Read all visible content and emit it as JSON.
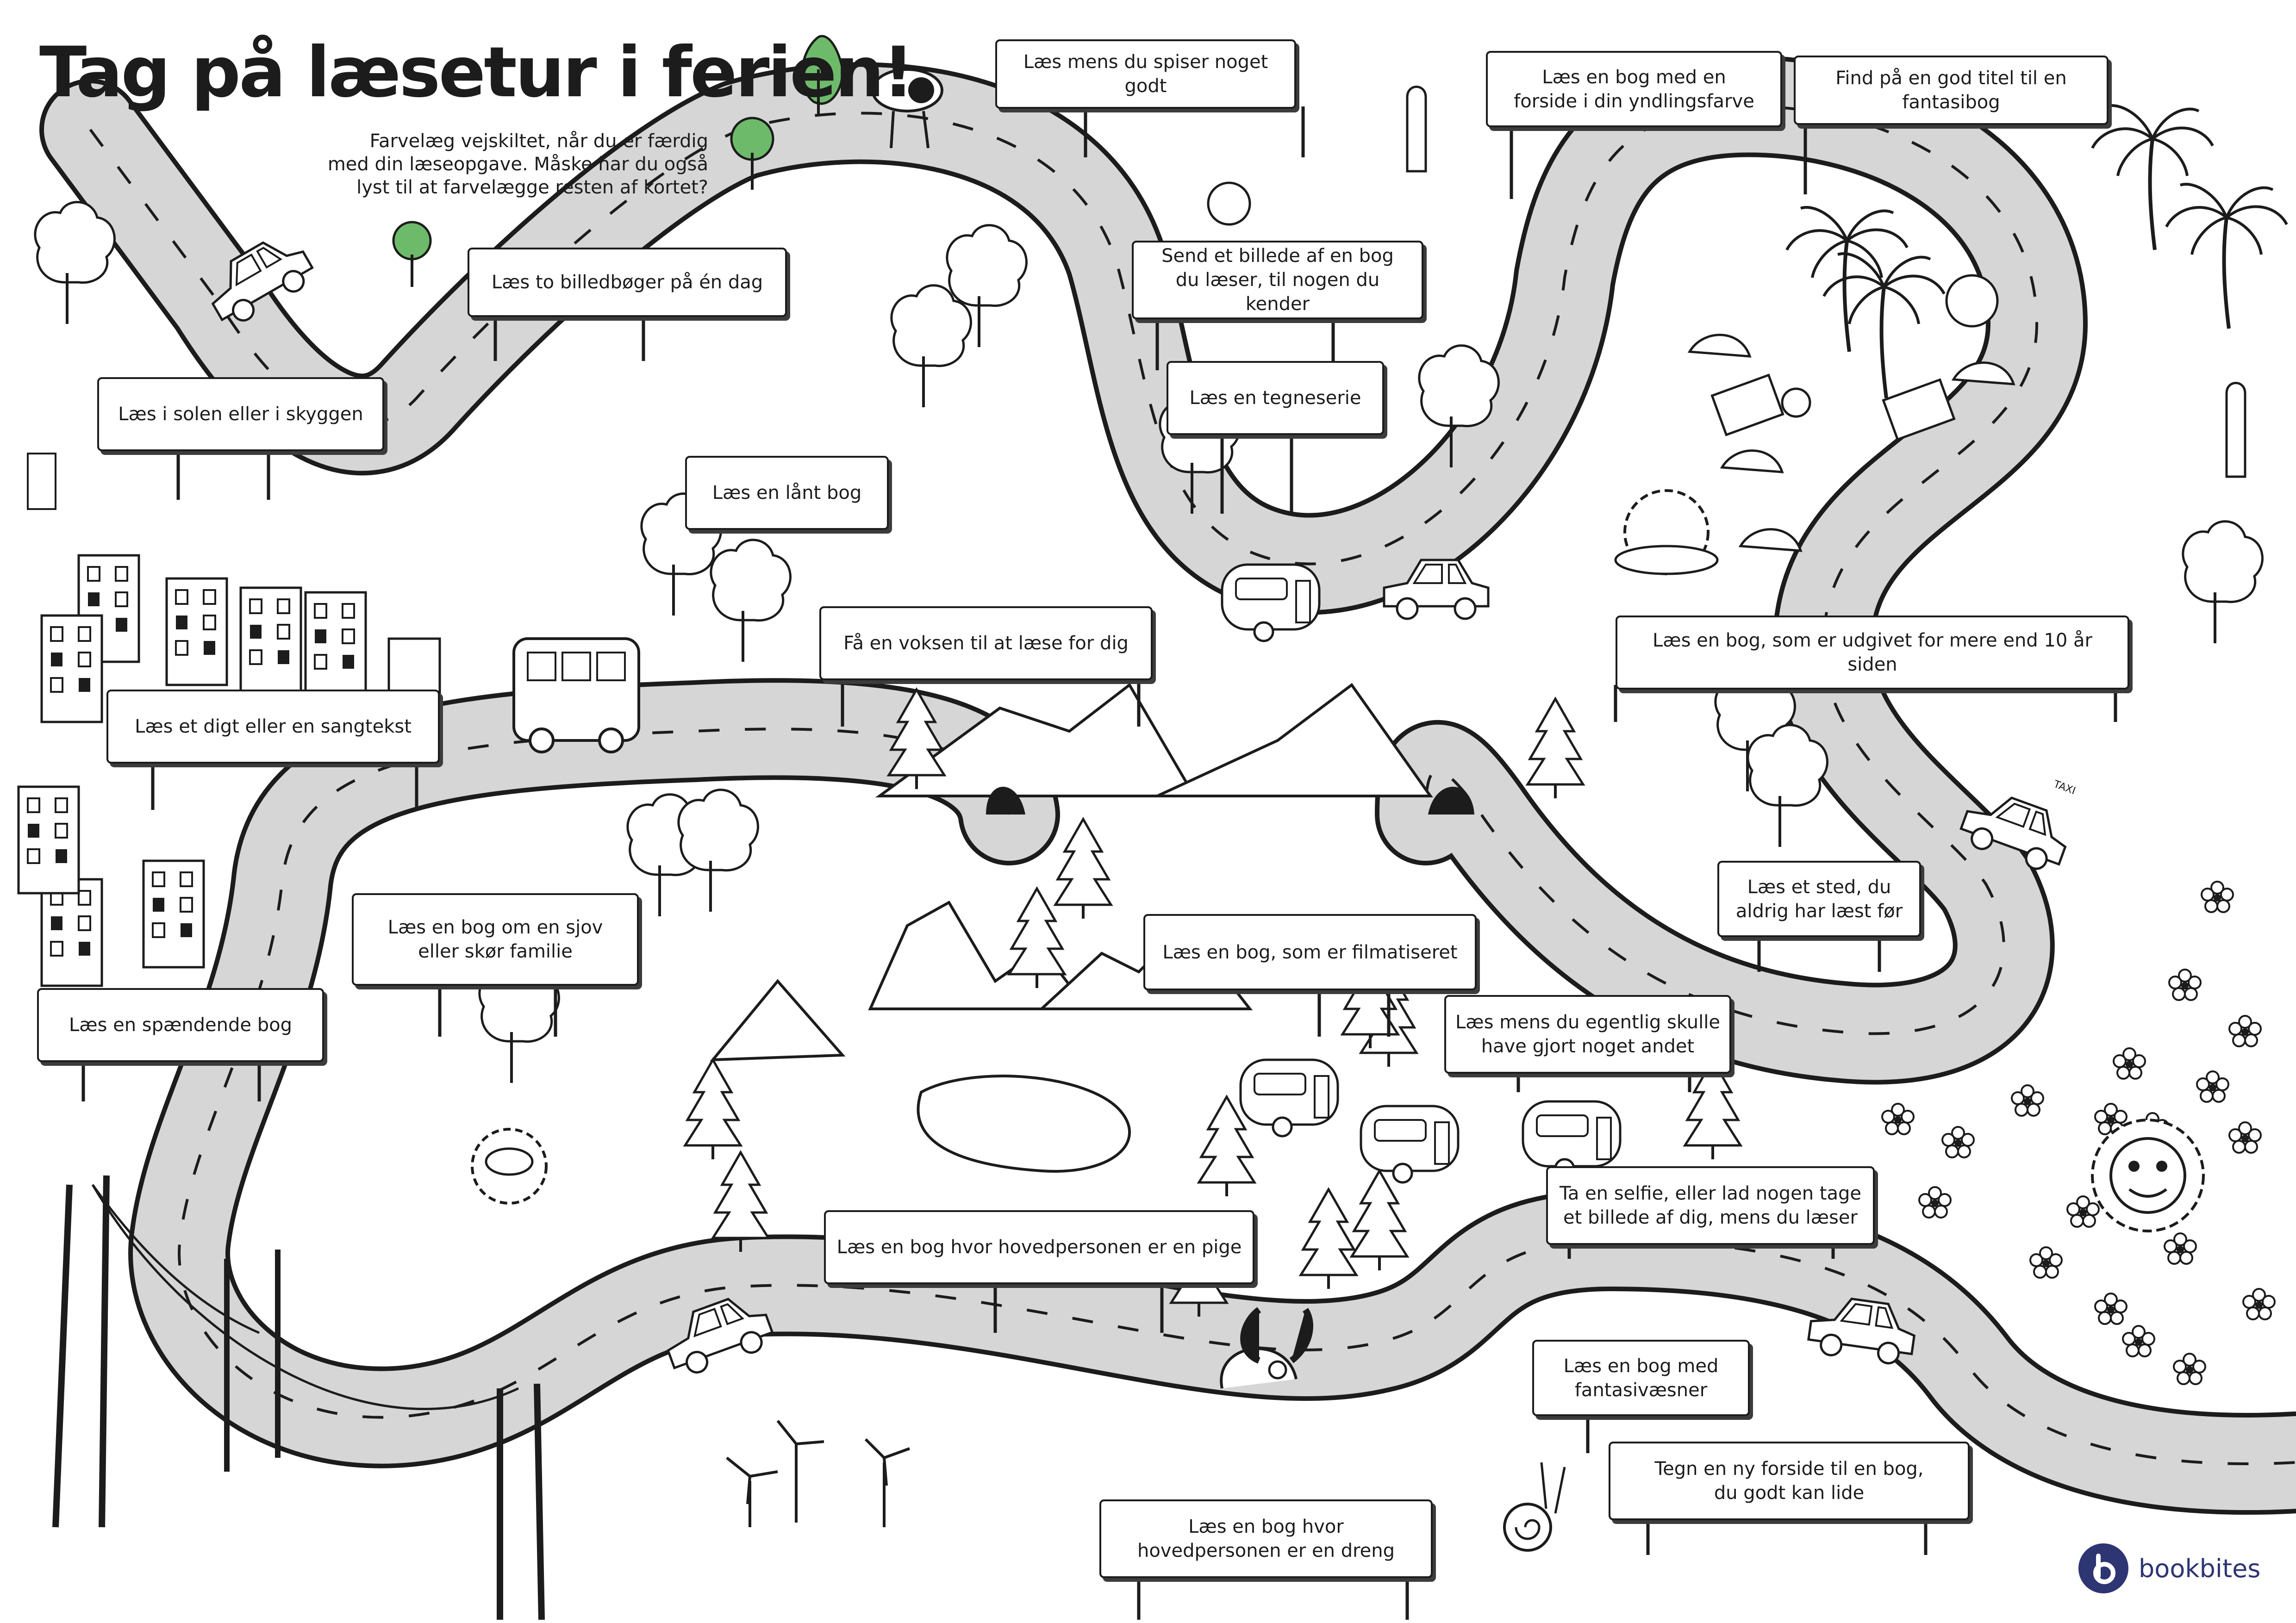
{
  "title": "Tag på læsetur i ferien!",
  "intro": "Farvelæg vejskiltet, når du er færdig med din læseopgave. Måske har du også lyst til at farvelægge resten af kortet?",
  "signs": [
    "Læs mens du spiser noget godt",
    "Læs en bog med en\nforside i din yndlingsfarve",
    "Find på en god titel til en fantasibog",
    "Læs to billedbøger på én dag",
    "Send et billede af en bog\ndu læser, til nogen du kender",
    "Læs i solen eller i skyggen",
    "Læs en tegneserie",
    "Læs en lånt bog",
    "Få en voksen til at læse for dig",
    "Læs en bog, som er udgivet for mere end 10 år siden",
    "Læs et digt eller en sangtekst",
    "Læs et sted, du\naldrig har læst før",
    "Læs en bog om en sjov\neller skør familie",
    "Læs en bog, som er filmatiseret",
    "Læs en spændende bog",
    "Læs mens du egentlig skulle\nhave gjort noget andet",
    "Ta en selfie, eller lad nogen tage\net billede af dig, mens du læser",
    "Læs en bog hvor hovedpersonen er en pige",
    "Læs en bog med\nfantasivæsner",
    "Tegn en ny forside til en bog,\ndu godt kan lide",
    "Læs en bog hvor\nhovedpersonen er en dreng"
  ],
  "vehicle_text": {
    "taxi": "TAXI"
  },
  "brand": {
    "name": "bookbites",
    "color": "#2e3573"
  },
  "colors": {
    "road": "#d6d6d6",
    "ink": "#1c1c1c",
    "tree_green": "#6dbb6a"
  }
}
